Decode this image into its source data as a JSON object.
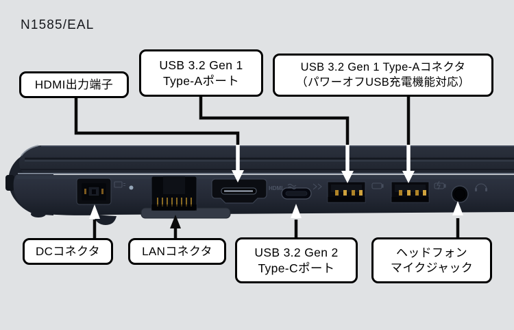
{
  "title": "N1585/EAL",
  "callouts": {
    "hdmi": {
      "label": "HDMI出力端子"
    },
    "usb_a_port": {
      "line1": "USB 3.2 Gen 1",
      "line2": "Type-Aポート"
    },
    "usb_a_connector": {
      "line1": "USB 3.2 Gen 1 Type-Aコネクタ",
      "line2": "（パワーオフUSB充電機能対応）"
    },
    "dc": {
      "label": "DCコネクタ"
    },
    "lan": {
      "label": "LANコネクタ"
    },
    "usb_c": {
      "line1": "USB 3.2 Gen 2",
      "line2": "Type-Cポート"
    },
    "headphone": {
      "line1": "ヘッドフォン",
      "line2": "マイクジャック"
    }
  },
  "laptop": {
    "hdmi_marking": "HDMI",
    "port_icons": [
      "dc-in-port",
      "lan-rj45-port",
      "hdmi-out-port",
      "usb-c-port",
      "usb-a-port-1",
      "usb-a-port-2",
      "headphone-mic-jack",
      "charge-led",
      "power-off-charge-icon",
      "headphone-icon"
    ],
    "colors": {
      "background": "#e0e2e4",
      "body": "#262b37",
      "body_dark": "#1a1f29",
      "callout_bg": "#ffffff",
      "callout_border": "#000000",
      "arrow_black": "#0a0a0a",
      "arrow_white": "#ffffff",
      "gold_contacts": "#b08427",
      "led": "#a7bacd"
    }
  }
}
